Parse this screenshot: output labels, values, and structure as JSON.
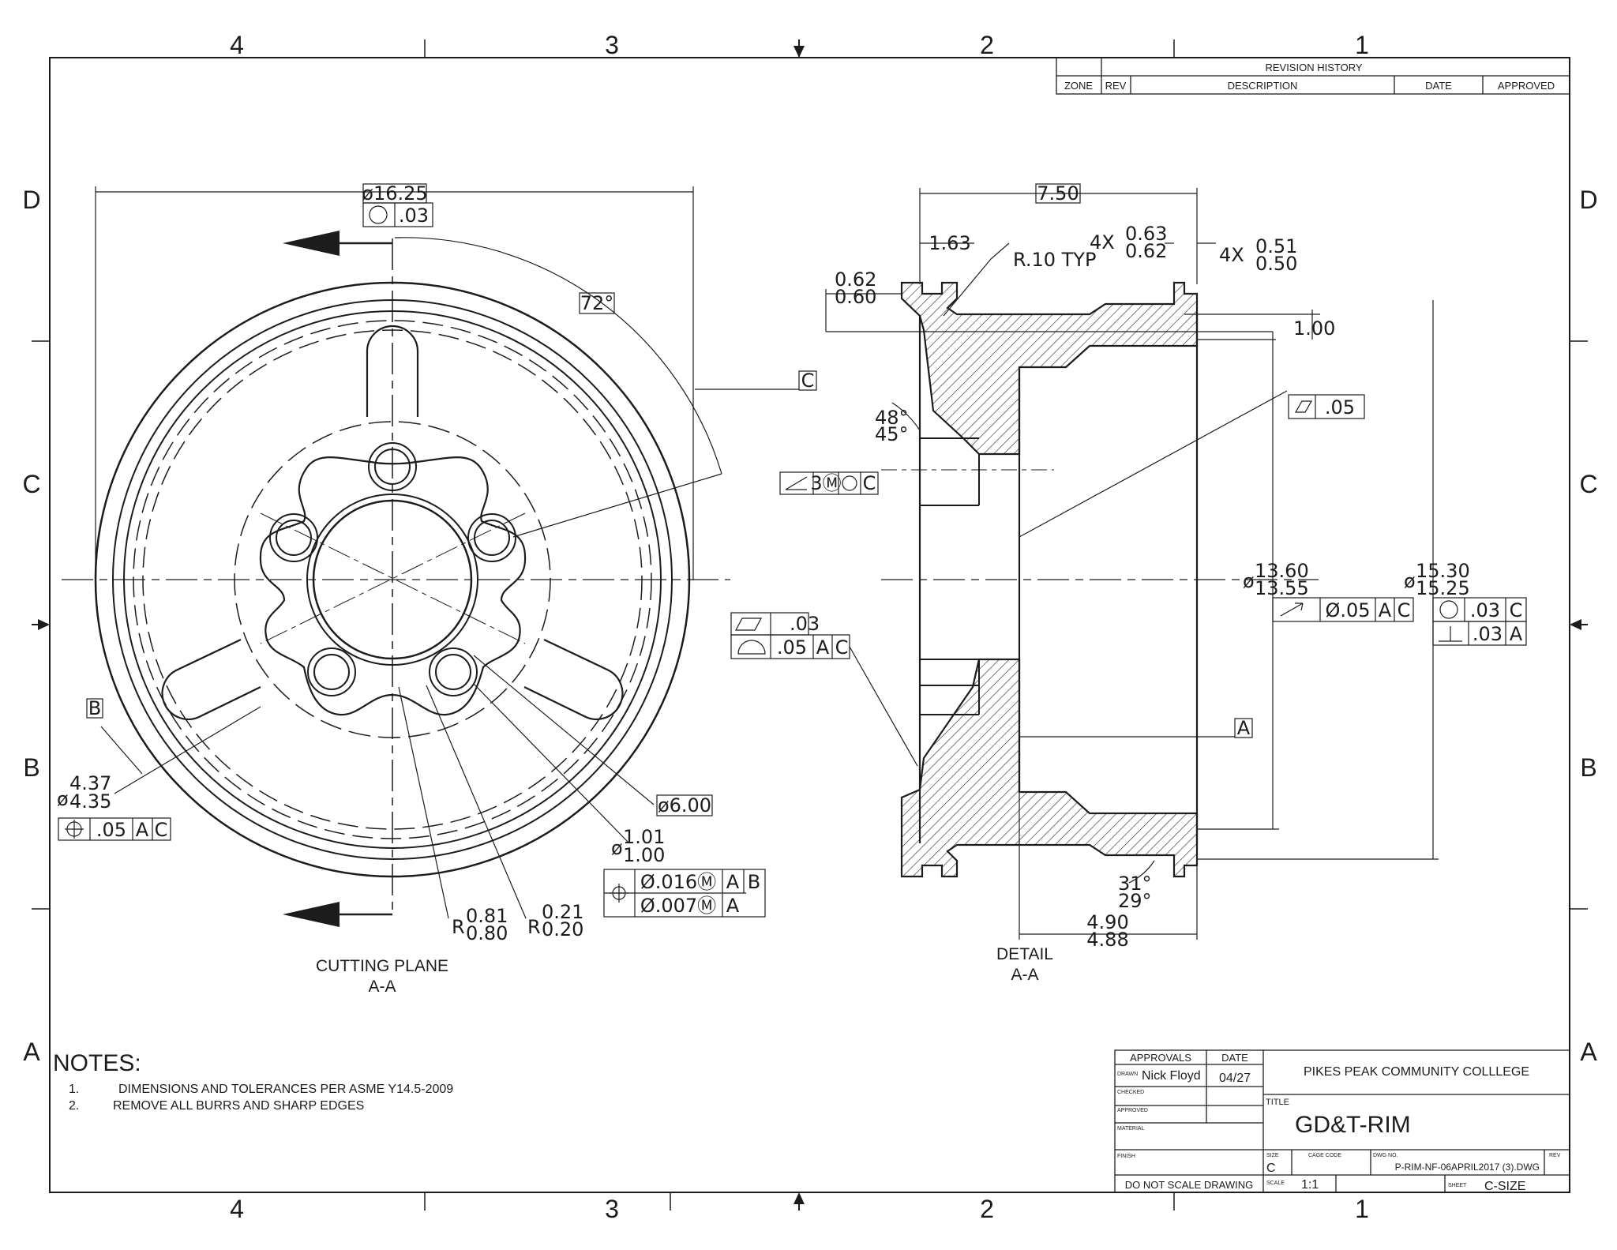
{
  "zones": {
    "top": [
      "4",
      "3",
      "2",
      "1"
    ],
    "bottom": [
      "4",
      "3",
      "2",
      "1"
    ],
    "left": [
      "D",
      "C",
      "B",
      "A"
    ],
    "right": [
      "D",
      "C",
      "B",
      "A"
    ]
  },
  "revision_table": {
    "title": "REVISION HISTORY",
    "headers": [
      "ZONE",
      "REV",
      "DESCRIPTION",
      "DATE",
      "APPROVED"
    ]
  },
  "front_view": {
    "dia_overall": "ø16.25",
    "circularity": ".03",
    "angle": "72°",
    "datum_c": "C",
    "datum_b": "B",
    "hole_dia_top": "4.37",
    "hole_dia_bot": "4.35",
    "hole_fcf": [
      ".05",
      "A",
      "C"
    ],
    "bolt_circle": "ø6.00",
    "small_dia_top": "1.01",
    "small_dia_bot": "1.00",
    "fcf_row1": [
      "Ø.016Ⓜ",
      "A",
      "B"
    ],
    "fcf_row2": [
      "Ø.007Ⓜ",
      "A"
    ],
    "r1_top": "0.81",
    "r1_bot": "0.80",
    "r2_top": "0.21",
    "r2_bot": "0.20",
    "label_line1": "CUTTING PLANE",
    "label_line2": "A-A"
  },
  "section_view": {
    "width": "7.50",
    "d163": "1.63",
    "rtyp": "R.10  TYP",
    "x4a": "4X",
    "d063": "0.63",
    "d062": "0.62",
    "x4b": "4X",
    "d051": "0.51",
    "d050": "0.50",
    "d062b": "0.62",
    "d060": "0.60",
    "d100": "1.00",
    "ang48": "48°",
    "ang45": "45°",
    "angularity": [
      "3Ⓜ",
      "C"
    ],
    "flatness_right": ".05",
    "flat_left": ".03",
    "profile": [
      ".05",
      "A",
      "C"
    ],
    "dia1360": "13.60",
    "dia1355": "13.55",
    "runout": [
      "Ø.05",
      "A",
      "C"
    ],
    "dia1530": "15.30",
    "dia1525": "15.25",
    "circ_c": [
      ".03",
      "C"
    ],
    "perp_a": [
      ".03",
      "A"
    ],
    "datum_a": "A",
    "ang31": "31°",
    "ang29": "29°",
    "d490": "4.90",
    "d488": "4.88",
    "label_line1": "DETAIL",
    "label_line2": "A-A"
  },
  "notes": {
    "heading": "NOTES:",
    "items": [
      {
        "num": "1.",
        "text": "DIMENSIONS AND TOLERANCES PER ASME Y14.5-2009"
      },
      {
        "num": "2.",
        "text": "REMOVE ALL BURRS AND SHARP EDGES"
      }
    ]
  },
  "title_block": {
    "approvals": "APPROVALS",
    "date": "DATE",
    "drawn_label": "DRAWN",
    "drawn_name": "Nick Floyd",
    "drawn_date": "04/27",
    "checked": "CHECKED",
    "approved": "APPROVED",
    "material": "MATERIAL",
    "finish": "FINISH",
    "do_not_scale": "DO NOT SCALE DRAWING",
    "company": "PIKES PEAK COMMUNITY COLLLEGE",
    "title_label": "TITLE",
    "title": "GD&T-RIM",
    "size_label": "SIZE",
    "size": "C",
    "cage_label": "CAGE CODE",
    "dwg_label": "DWG NO.",
    "dwg_no": "P-RIM-NF-06APRIL2017 (3).DWG",
    "rev_label": "REV",
    "scale_label": "SCALE",
    "scale": "1:1",
    "sheet_label": "SHEET",
    "sheet": "C-SIZE"
  }
}
